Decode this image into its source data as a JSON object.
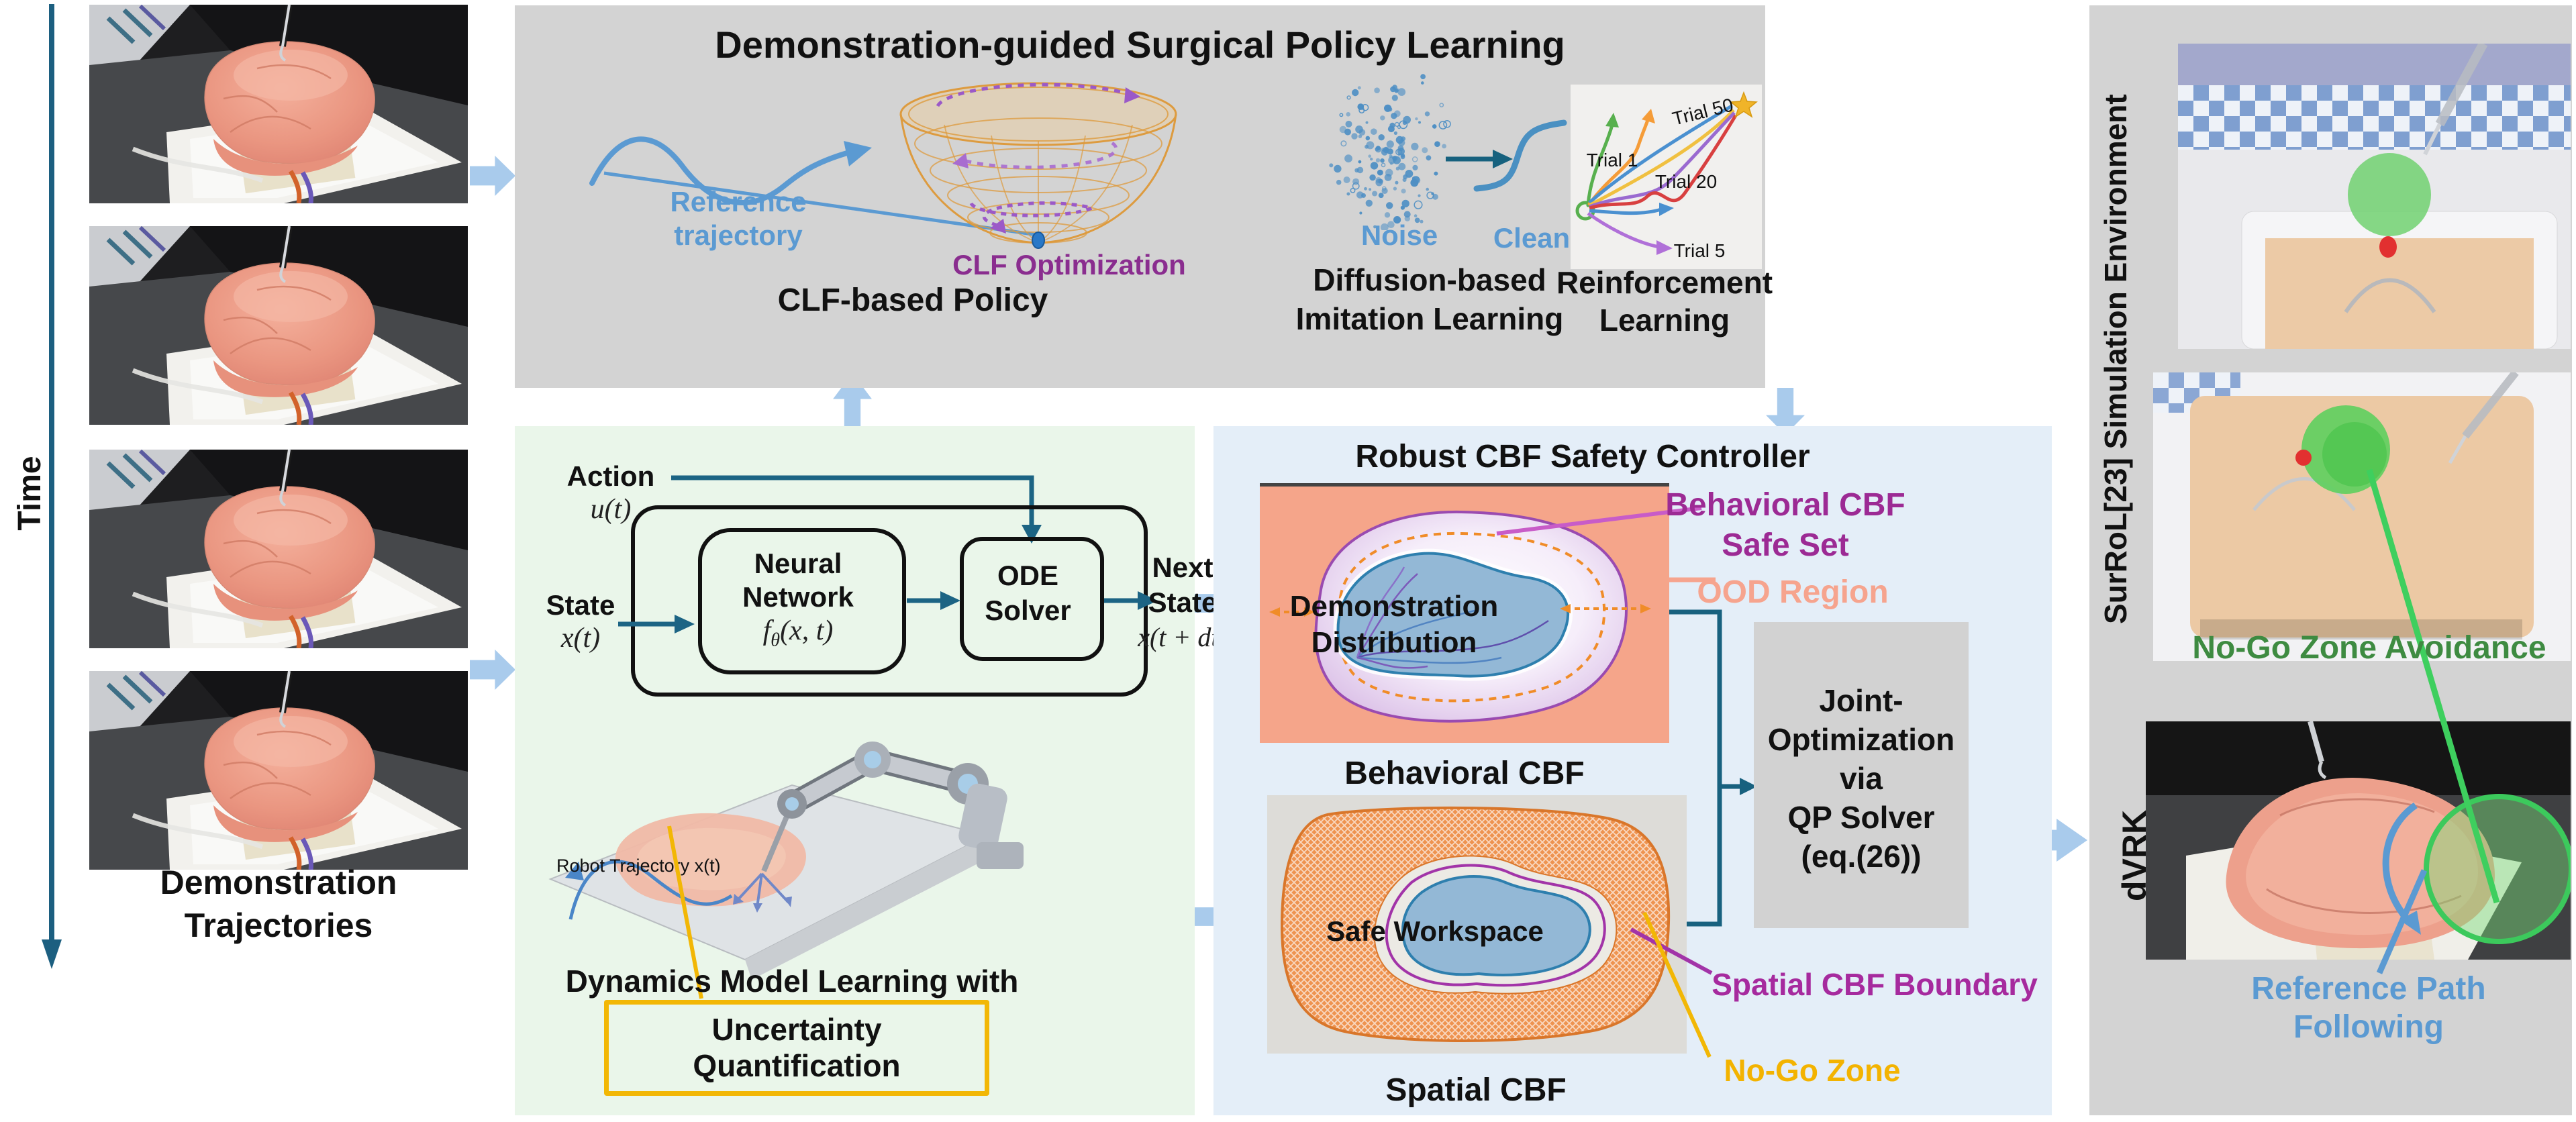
{
  "left": {
    "time_label": "Time",
    "caption_line1": "Demonstration",
    "caption_line2": "Trajectories"
  },
  "top_box": {
    "title": "Demonstration-guided Surgical Policy Learning",
    "clf": {
      "ref_line1": "Reference",
      "ref_line2": "trajectory",
      "opt_label": "CLF Optimization",
      "caption": "CLF-based Policy"
    },
    "diffusion": {
      "noise": "Noise",
      "clean": "Clean",
      "caption_line1": "Diffusion-based",
      "caption_line2": "Imitation Learning"
    },
    "rl": {
      "trials": [
        "Trial 1",
        "Trial 50",
        "Trial 20",
        "Trial 5"
      ],
      "caption_line1": "Reinforcement",
      "caption_line2": "Learning"
    }
  },
  "dynamics_box": {
    "action_label": "Action",
    "action_math": "u(t)",
    "state_label": "State",
    "state_math": "x(t)",
    "nn_line1": "Neural",
    "nn_line2": "Network",
    "nn_math_f": "f",
    "nn_math_sub": "θ",
    "nn_math_args": "(x, t)",
    "ode_line1": "ODE",
    "ode_line2": "Solver",
    "next_line1": "Next",
    "next_line2": "State",
    "next_math": "x(t + dt)",
    "robot_label": "Robot Trajectory x(t)",
    "caption_line1": "Dynamics Model Learning with",
    "caption_line2": "Uncertainty Quantification"
  },
  "cbf_box": {
    "title": "Robust CBF Safety Controller",
    "behavioral": {
      "blob_line1": "Demonstration",
      "blob_line2": "Distribution",
      "caption": "Behavioral CBF",
      "safe_line1": "Behavioral CBF",
      "safe_line2": "Safe Set",
      "ood": "OOD Region"
    },
    "spatial": {
      "blob_label": "Safe Workspace",
      "caption": "Spatial CBF",
      "boundary": "Spatial CBF Boundary",
      "nogo": "No-Go Zone"
    },
    "qp_lines": [
      "Joint-",
      "Optimization",
      "via",
      "QP Solver",
      "(eq.(26))"
    ]
  },
  "right_panel": {
    "surrol_label": "SurRoL[23] Simulation Environment",
    "nogo_caption": "No-Go Zone Avoidance",
    "dvrk_label": "dVRK",
    "refpath_caption": "Reference Path Following"
  },
  "colors": {
    "panel_gray": "#d3d3d3",
    "panel_green": "#eaf6ea",
    "panel_blue": "#e4eef8",
    "arrow_blue": "#a9cbec",
    "teal": "#1c6484",
    "label_blue": "#5b9ad2",
    "label_purple": "#9c2a94",
    "label_salmon": "#f6a48e",
    "label_gold": "#f3b300",
    "label_green": "#3e8b41",
    "clf_purple": "#8a2d8f",
    "behavioral_bg": "#f5a58a",
    "nogo_orange": "#e8873c"
  }
}
